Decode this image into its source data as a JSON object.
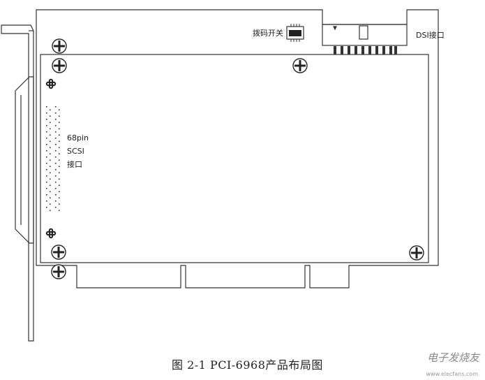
{
  "labels": {
    "dip_switch": "拨码开关",
    "dsi_port": "DSI接口",
    "scsi_line1": "68pin",
    "scsi_line2": "SCSI",
    "scsi_line3": "接口"
  },
  "caption": "图 2-1  PCI-6968产品布局图",
  "watermark": {
    "name": "电子发烧友",
    "url": "www.elecfans.com"
  }
}
